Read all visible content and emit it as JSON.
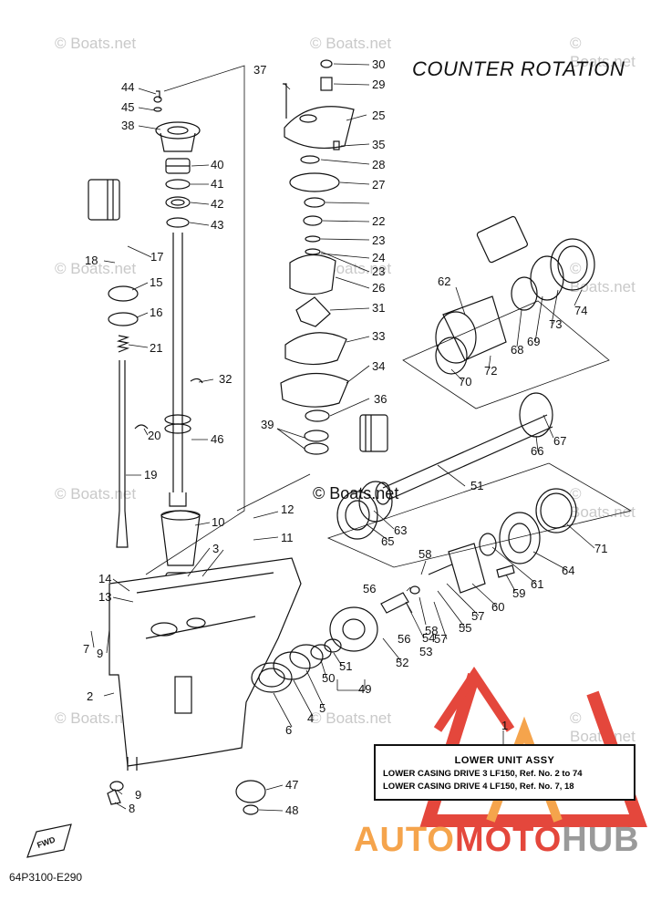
{
  "diagram": {
    "title": "COUNTER ROTATION",
    "diagram_code": "64P3100-E290",
    "watermark": "© Boats.net",
    "fwd_label": "FWD",
    "box": {
      "heading": "LOWER UNIT ASSY",
      "lines": [
        "LOWER CASING DRIVE 3 LF150, Ref. No. 2 to 74",
        "LOWER CASING DRIVE 4 LF150, Ref. No. 7, 18"
      ]
    },
    "brand": {
      "part1": "AUTO",
      "part2": "MOTO",
      "part3": "HUB"
    },
    "callouts": [
      {
        "n": "1"
      },
      {
        "n": "2"
      },
      {
        "n": "3"
      },
      {
        "n": "4"
      },
      {
        "n": "5"
      },
      {
        "n": "6"
      },
      {
        "n": "7"
      },
      {
        "n": "8"
      },
      {
        "n": "9"
      },
      {
        "n": "9"
      },
      {
        "n": "10"
      },
      {
        "n": "11"
      },
      {
        "n": "12"
      },
      {
        "n": "13"
      },
      {
        "n": "14"
      },
      {
        "n": "15"
      },
      {
        "n": "16"
      },
      {
        "n": "17"
      },
      {
        "n": "18"
      },
      {
        "n": "19"
      },
      {
        "n": "20"
      },
      {
        "n": "21"
      },
      {
        "n": "22"
      },
      {
        "n": "23"
      },
      {
        "n": "23"
      },
      {
        "n": "24"
      },
      {
        "n": "25"
      },
      {
        "n": "26"
      },
      {
        "n": "27"
      },
      {
        "n": "28"
      },
      {
        "n": "29"
      },
      {
        "n": "30"
      },
      {
        "n": "31"
      },
      {
        "n": "32"
      },
      {
        "n": "33"
      },
      {
        "n": "34"
      },
      {
        "n": "35"
      },
      {
        "n": "36"
      },
      {
        "n": "37"
      },
      {
        "n": "38"
      },
      {
        "n": "39"
      },
      {
        "n": "40"
      },
      {
        "n": "41"
      },
      {
        "n": "42"
      },
      {
        "n": "43"
      },
      {
        "n": "44"
      },
      {
        "n": "45"
      },
      {
        "n": "46"
      },
      {
        "n": "47"
      },
      {
        "n": "48"
      },
      {
        "n": "49"
      },
      {
        "n": "50"
      },
      {
        "n": "51"
      },
      {
        "n": "51"
      },
      {
        "n": "52"
      },
      {
        "n": "53"
      },
      {
        "n": "54"
      },
      {
        "n": "55"
      },
      {
        "n": "56"
      },
      {
        "n": "56"
      },
      {
        "n": "57"
      },
      {
        "n": "57"
      },
      {
        "n": "58"
      },
      {
        "n": "58"
      },
      {
        "n": "59"
      },
      {
        "n": "60"
      },
      {
        "n": "61"
      },
      {
        "n": "62"
      },
      {
        "n": "63"
      },
      {
        "n": "64"
      },
      {
        "n": "65"
      },
      {
        "n": "66"
      },
      {
        "n": "67"
      },
      {
        "n": "68"
      },
      {
        "n": "69"
      },
      {
        "n": "70"
      },
      {
        "n": "71"
      },
      {
        "n": "72"
      },
      {
        "n": "73"
      },
      {
        "n": "74"
      }
    ],
    "colors": {
      "ink": "#111111",
      "watermark": "#c9c9c9",
      "logo_red": "#e4473c",
      "logo_orange": "#f5a44c",
      "logo_grey": "#9a9a9a"
    }
  }
}
